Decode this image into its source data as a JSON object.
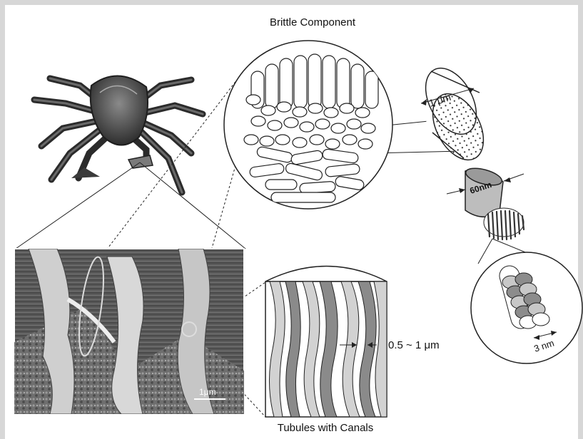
{
  "figure": {
    "labels": {
      "brittle_component": "Brittle Component",
      "tubules_with_canals": "Tubules with Canals",
      "diameter_1um": "1 μm",
      "diameter_60nm": "60nm",
      "diameter_3nm": "3 nm",
      "canal_spacing": "0.5 ~ 1 μm",
      "sem_scale_bar": "1μm"
    },
    "colors": {
      "background": "#d7d7d7",
      "panel": "#ffffff",
      "line": "#222222",
      "fiber_gray": "#8a8a8a",
      "fiber_light": "#d2d2d2"
    }
  }
}
